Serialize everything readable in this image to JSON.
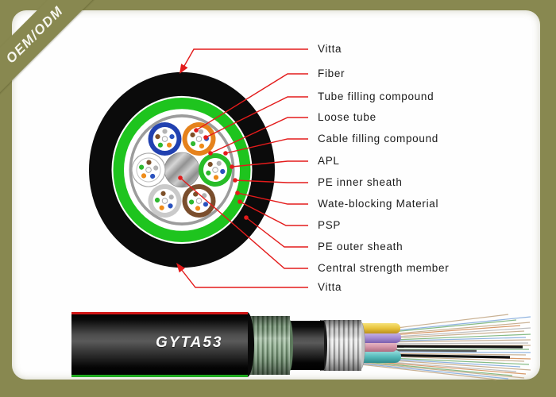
{
  "ribbon": {
    "label": "OEM/ODM"
  },
  "cross_section": {
    "labels": [
      "Vitta",
      "Fiber",
      "Tube filling compound",
      "Loose tube",
      "Cable filling compound",
      "APL",
      "PE inner sheath",
      "Wate-blocking Material",
      "PSP",
      "PE outer sheath",
      "Central strength member",
      "Vitta"
    ]
  },
  "cable_3d": {
    "model_label": "GYTA53"
  },
  "colors": {
    "frame_olive": "#888850",
    "callout_red": "#e31b1b",
    "armor_green": "#1ec41e",
    "jacket_black": "#0b0b0b",
    "tube_colors": [
      "#2141b0",
      "#e5821c",
      "#28bd28",
      "#7a4e2d",
      "#cacaca",
      "#ffffff"
    ]
  }
}
